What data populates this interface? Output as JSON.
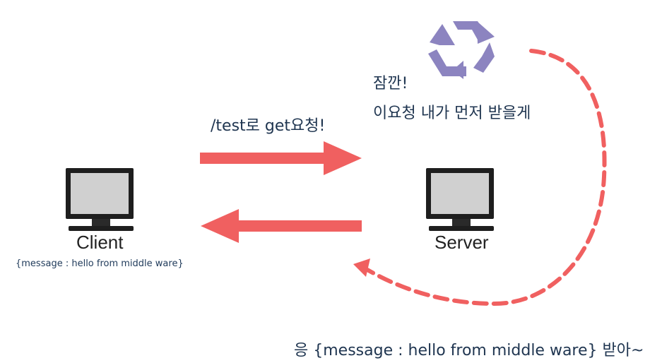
{
  "client": {
    "label": "Client",
    "message": "{message : hello from middle ware}"
  },
  "server": {
    "label": "Server"
  },
  "request": {
    "label": "/test로 get요청!"
  },
  "middleware_note": {
    "line1": "잠깐!",
    "line2": "이요청 내가 먼저 받을게"
  },
  "reply": {
    "label": "응 {message : hello from middle ware} 받아~"
  },
  "icons": {
    "monitor": "monitor-icon",
    "recycle": "recycle-icon"
  },
  "colors": {
    "arrow": "#f06060",
    "recycle": "#8c84c0",
    "text": "#1f3550"
  }
}
